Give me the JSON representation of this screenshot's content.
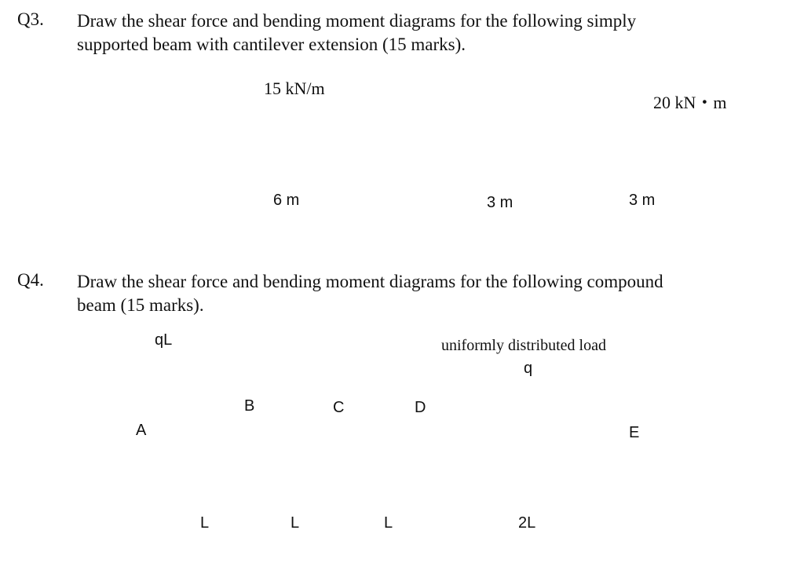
{
  "q3": {
    "number": "Q3.",
    "line1": "Draw the shear force and bending moment diagrams for the following simply",
    "line2": "supported beam with cantilever extension (15 marks).",
    "load_label": "15 kN/m",
    "moment_label": "20 kN・m",
    "dim_1": "6 m",
    "dim_2": "3 m",
    "dim_3": "3 m"
  },
  "q4": {
    "number": "Q4.",
    "line1": "Draw the shear force and bending moment diagrams for the following compound",
    "line2": "beam (15 marks).",
    "point_load_label": "qL",
    "udl_caption": "uniformly distributed load",
    "udl_symbol": "q",
    "nodes": [
      "A",
      "B",
      "C",
      "D",
      "E"
    ],
    "dims": [
      "L",
      "L",
      "L",
      "2L"
    ]
  },
  "colors": {
    "beam_fill": "#4aaeea",
    "line": "#111111"
  }
}
